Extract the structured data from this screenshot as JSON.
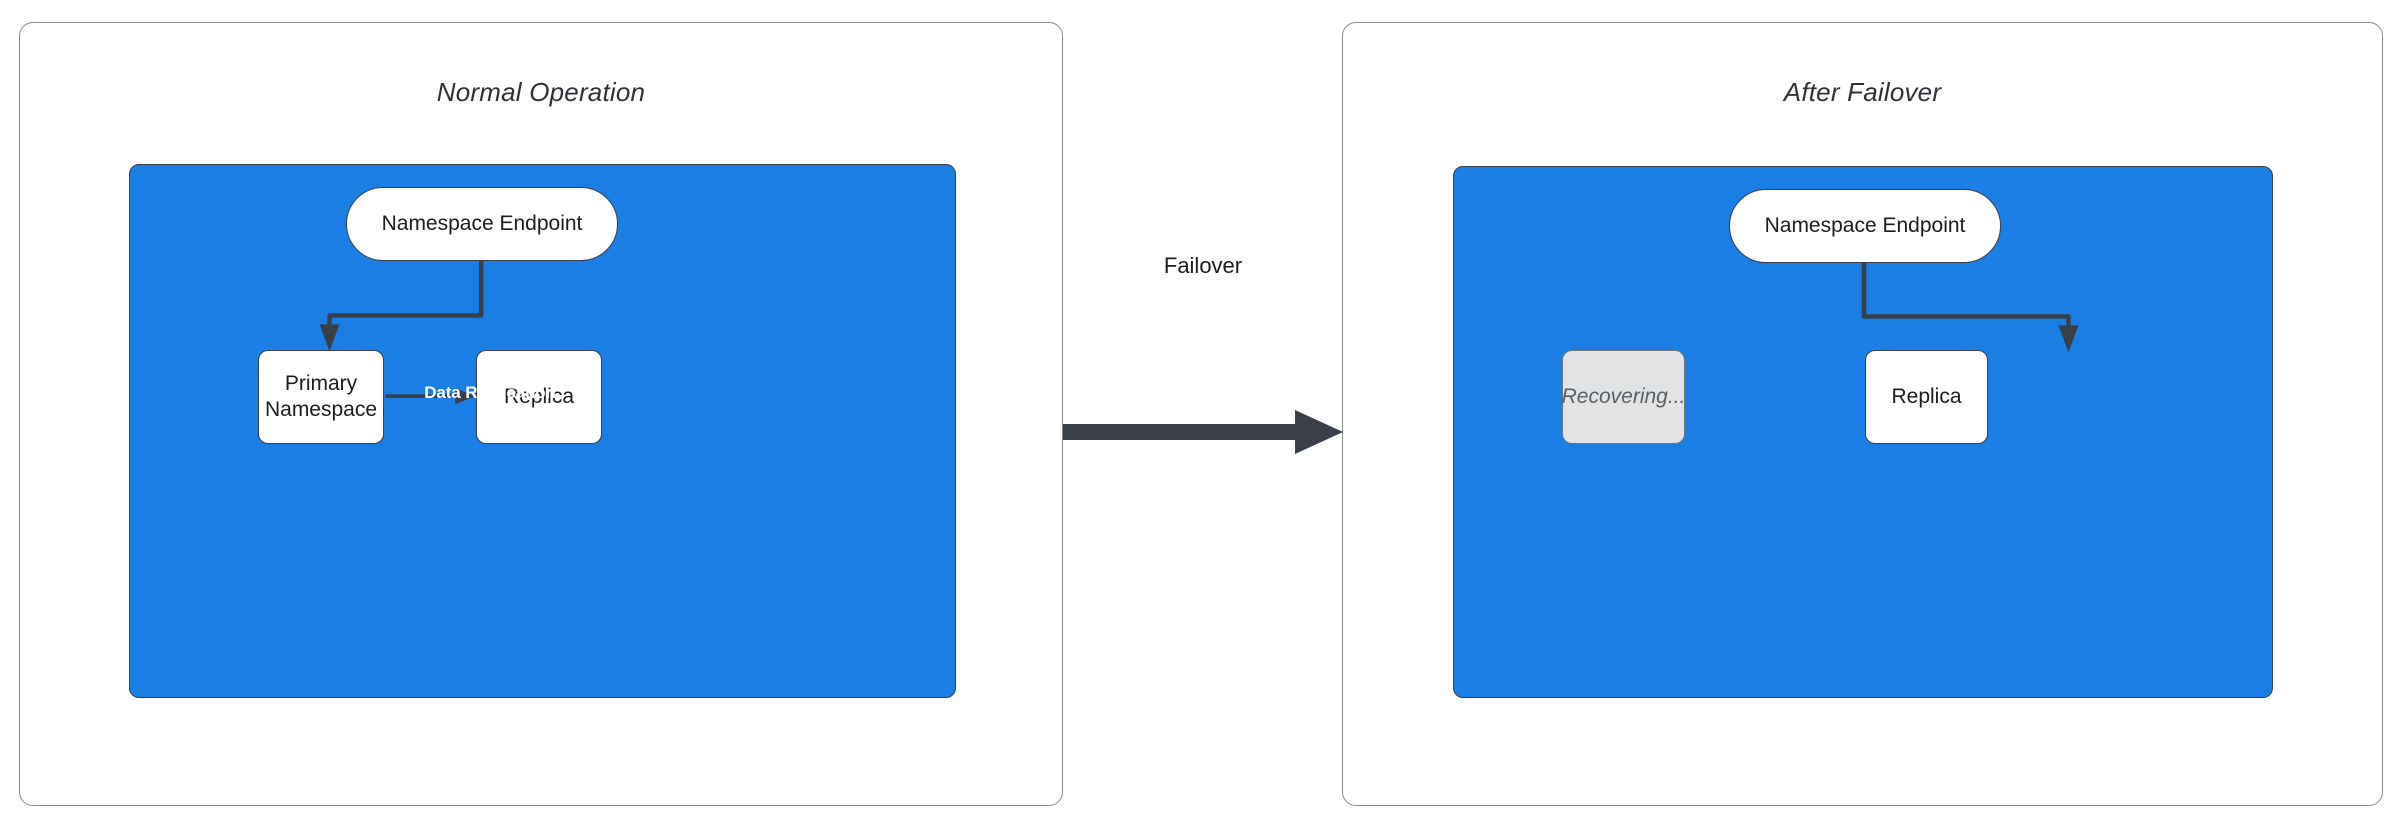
{
  "diagram": {
    "type": "failover-architecture-diagram",
    "background_color": "#ffffff",
    "panels": [
      {
        "id": "normal-operation",
        "title": "Normal Operation",
        "region_color": "#1a7ee5",
        "nodes": [
          {
            "id": "endpoint-left",
            "label": "Namespace Endpoint",
            "shape": "stadium",
            "fill": "#ffffff"
          },
          {
            "id": "primary-namespace",
            "label": "Primary\nNamespace",
            "line1": "Primary",
            "line2": "Namespace",
            "shape": "rounded-rect",
            "fill": "#ffffff"
          },
          {
            "id": "replica-left",
            "label": "Replica",
            "shape": "rounded-rect",
            "fill": "#ffffff"
          }
        ],
        "edges": [
          {
            "from": "endpoint-left",
            "to": "primary-namespace",
            "label": "",
            "style": "elbow-arrow"
          },
          {
            "from": "primary-namespace",
            "to": "replica-left",
            "label": "Data Replication",
            "style": "straight-arrow",
            "label_color": "#ffffff"
          }
        ]
      },
      {
        "id": "after-failover",
        "title": "After Failover",
        "region_color": "#1a7ee5",
        "nodes": [
          {
            "id": "endpoint-right",
            "label": "Namespace Endpoint",
            "shape": "stadium",
            "fill": "#ffffff"
          },
          {
            "id": "recovering",
            "label": "Recovering...",
            "shape": "rounded-rect",
            "fill": "#e1e3e4",
            "state": "disabled"
          },
          {
            "id": "replica-right",
            "label": "Replica",
            "shape": "rounded-rect",
            "fill": "#ffffff"
          }
        ],
        "edges": [
          {
            "from": "endpoint-right",
            "to": "replica-right",
            "label": "",
            "style": "elbow-arrow"
          }
        ]
      }
    ],
    "transition": {
      "label": "Failover",
      "from_panel": "normal-operation",
      "to_panel": "after-failover",
      "arrow_color": "#3a3f47"
    },
    "colors": {
      "region_blue": "#1a7ee5",
      "stroke_dark": "#3a3f47",
      "panel_border": "#8c8c8c",
      "node_fill": "#ffffff",
      "ghost_fill": "#e1e3e4",
      "ghost_text": "#5a5f64",
      "text_dark": "#1b1c1e",
      "label_white": "#ffffff"
    }
  }
}
